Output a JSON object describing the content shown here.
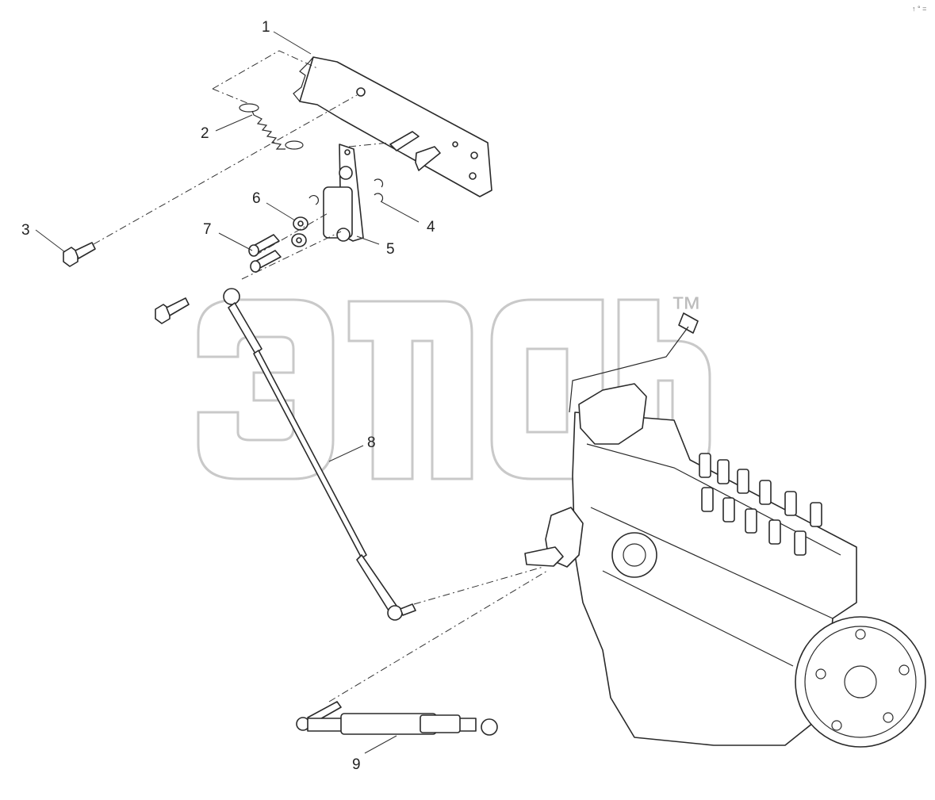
{
  "diagram": {
    "callouts": [
      "1",
      "2",
      "3",
      "4",
      "5",
      "6",
      "7",
      "8",
      "9"
    ],
    "watermark_mark": "™",
    "corner_mark": "↑ ° ="
  }
}
